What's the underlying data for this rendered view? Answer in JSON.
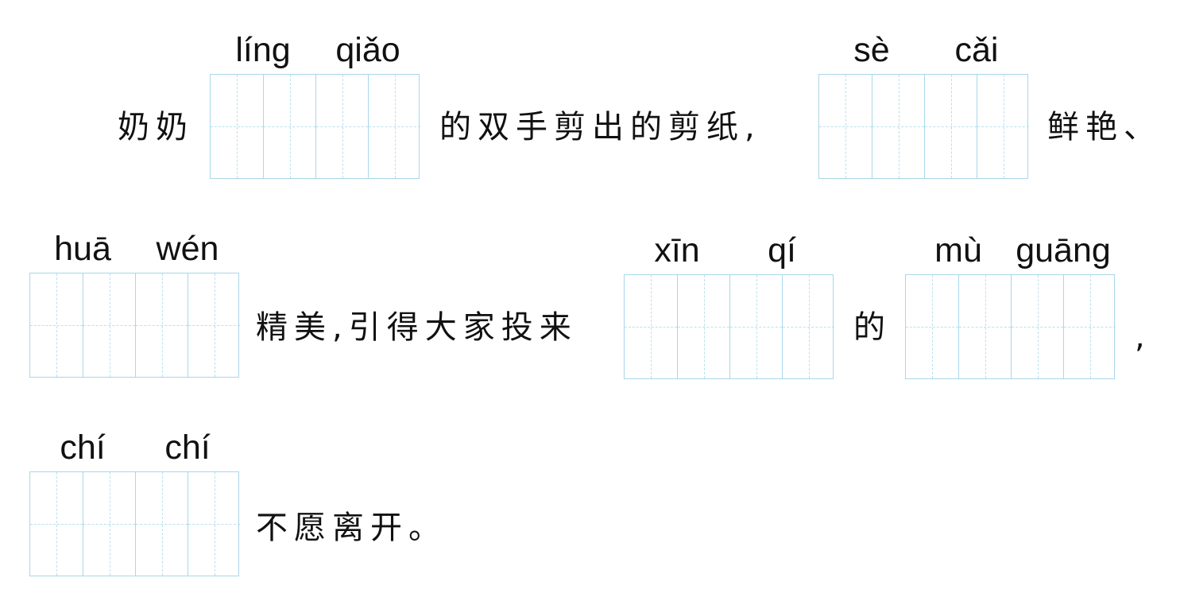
{
  "line1": {
    "text_before": "奶奶",
    "blank1": {
      "pinyin_a": "líng",
      "pinyin_b": "qiǎo"
    },
    "text_middle": "的双手剪出的剪纸,",
    "blank2": {
      "pinyin_a": "sè",
      "pinyin_b": "cǎi"
    },
    "text_after": "鲜艳、"
  },
  "line2": {
    "blank1": {
      "pinyin_a": "huā",
      "pinyin_b": "wén"
    },
    "text_middle": "精美,引得大家投来",
    "blank2": {
      "pinyin_a": "xīn",
      "pinyin_b": "qí"
    },
    "text_de": "的",
    "blank3": {
      "pinyin_a": "mù",
      "pinyin_b": "guāng"
    },
    "text_after": ","
  },
  "line3": {
    "blank1": {
      "pinyin_a": "chí",
      "pinyin_b": "chí"
    },
    "text_after": "不愿离开。"
  },
  "colors": {
    "grid_line": "#a9d7ea",
    "text": "#111111"
  }
}
